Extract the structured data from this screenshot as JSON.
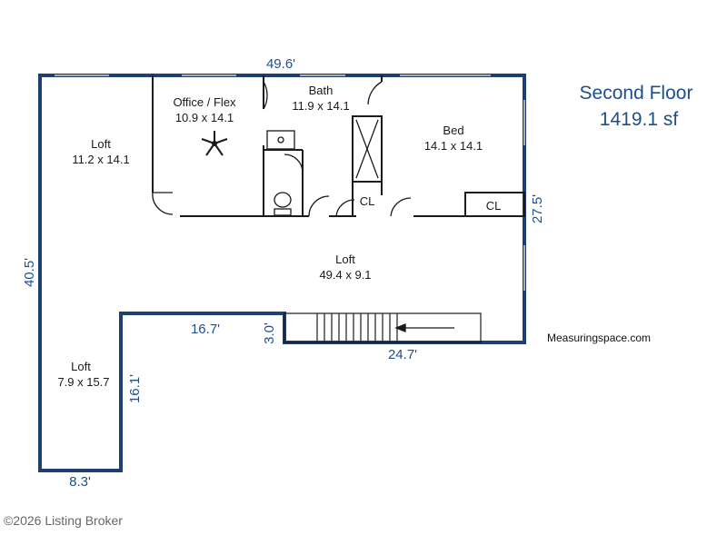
{
  "title": {
    "line1": "Second Floor",
    "line2": "1419.1 sf"
  },
  "rooms": {
    "loft_left": {
      "name": "Loft",
      "size": "11.2 x 14.1"
    },
    "office": {
      "name": "Office / Flex",
      "size": "10.9 x 14.1"
    },
    "bath": {
      "name": "Bath",
      "size": "11.9 x 14.1"
    },
    "bed": {
      "name": "Bed",
      "size": "14.1 x 14.1"
    },
    "loft_main": {
      "name": "Loft",
      "size": "49.4 x 9.1"
    },
    "loft_lower": {
      "name": "Loft",
      "size": "7.9 x 15.7"
    },
    "closet_bath": {
      "name": "CL"
    },
    "closet_bed": {
      "name": "CL"
    }
  },
  "dimensions": {
    "top": "49.6'",
    "left": "40.5'",
    "right": "27.5'",
    "inner_top": "16.7'",
    "stair_depth": "3.0'",
    "bottom_right": "24.7'",
    "lower_height": "16.1'",
    "bottom_left": "8.3'"
  },
  "brand": "Measuringspace.com",
  "copyright": "©2026 Listing Broker",
  "colors": {
    "wall": "#1f3f73",
    "dim": "#1f4e8c",
    "text": "#1a1a1a"
  }
}
